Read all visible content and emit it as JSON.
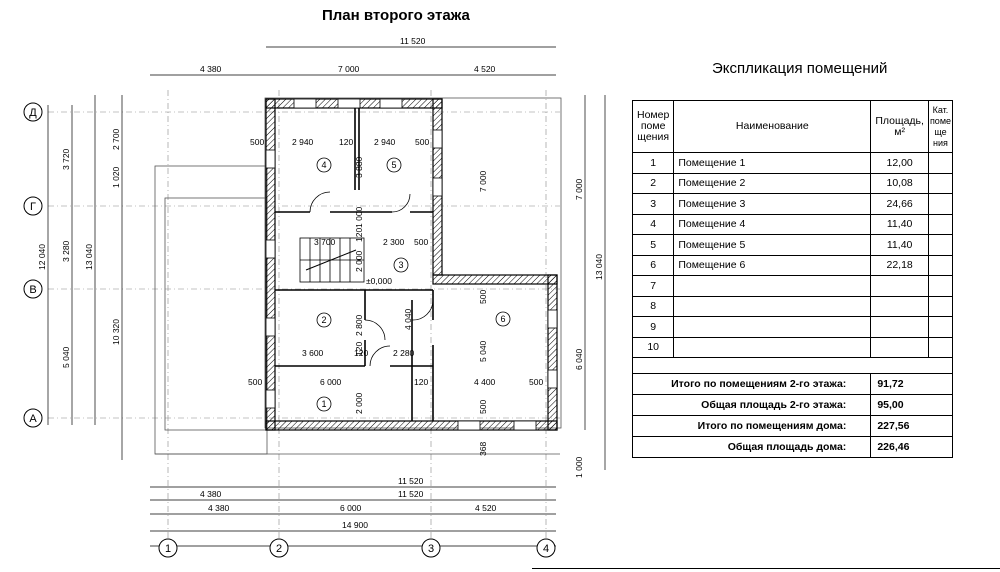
{
  "plan": {
    "title": "План второго этажа",
    "dims_top": [
      "11 520",
      "4 380",
      "7 000",
      "4 520"
    ],
    "dims_bottom": [
      "11 520",
      "4 380",
      "11 520",
      "4 380",
      "6 000",
      "4 520",
      "14 900"
    ],
    "dims_left_outer": [
      "12 040"
    ],
    "dims_left_inner": [
      "3 720",
      "3 280",
      "5 040"
    ],
    "dims_left_total": [
      "13 040"
    ],
    "dims_left_stair": [
      "2 700",
      "1 020",
      "10 320"
    ],
    "dims_right": [
      "7 000",
      "13 040",
      "6 040",
      "1 000"
    ],
    "dims_internal": {
      "d_500a": "500",
      "d_2940a": "2 940",
      "d_120a": "120",
      "d_2940b": "2 940",
      "d_500b": "500",
      "d_3880": "3 880",
      "d_1000": "1 000",
      "d_120c": "120",
      "d_3700": "3 700",
      "d_2300": "2 300",
      "d_500c": "500",
      "d_2000a": "2 000",
      "d_7000": "7 000",
      "d_500d": "500",
      "d_4040": "4 040",
      "d_2800": "2 800",
      "d_120e": "120",
      "d_3600": "3 600",
      "d_120f": "120",
      "d_2280": "2 280",
      "d_5040": "5 040",
      "d_500e": "500",
      "d_6000": "6 000",
      "d_120g": "120",
      "d_4400": "4 400",
      "d_500f": "500",
      "d_2000b": "2 000",
      "d_500g": "500",
      "d_368": "368",
      "level": "±0,000"
    },
    "rooms": [
      "4",
      "5",
      "3",
      "2",
      "6",
      "1"
    ],
    "axes_rows": [
      "Д",
      "Г",
      "В",
      "А"
    ],
    "axes_cols": [
      "1",
      "2",
      "3",
      "4"
    ]
  },
  "explication": {
    "title": "Экспликация помещений",
    "headers": {
      "num": "Номер поме щения",
      "name": "Наименование",
      "area": "Площадь, м²",
      "cat": "Кат. поме ще ния"
    },
    "rows": [
      {
        "num": "1",
        "name": "Помещение 1",
        "area": "12,00",
        "cat": ""
      },
      {
        "num": "2",
        "name": "Помещение 2",
        "area": "10,08",
        "cat": ""
      },
      {
        "num": "3",
        "name": "Помещение 3",
        "area": "24,66",
        "cat": ""
      },
      {
        "num": "4",
        "name": "Помещение 4",
        "area": "11,40",
        "cat": ""
      },
      {
        "num": "5",
        "name": "Помещение 5",
        "area": "11,40",
        "cat": ""
      },
      {
        "num": "6",
        "name": "Помещение 6",
        "area": "22,18",
        "cat": ""
      },
      {
        "num": "7",
        "name": "",
        "area": "",
        "cat": ""
      },
      {
        "num": "8",
        "name": "",
        "area": "",
        "cat": ""
      },
      {
        "num": "9",
        "name": "",
        "area": "",
        "cat": ""
      },
      {
        "num": "10",
        "name": "",
        "area": "",
        "cat": ""
      }
    ],
    "totals": [
      {
        "label": "Итого по помещениям 2-го этажа:",
        "value": "91,72"
      },
      {
        "label": "Общая площадь 2-го этажа:",
        "value": "95,00"
      },
      {
        "label": "Итого по помещениям дома:",
        "value": "227,56"
      },
      {
        "label": "Общая площадь дома:",
        "value": "226,46"
      }
    ]
  }
}
